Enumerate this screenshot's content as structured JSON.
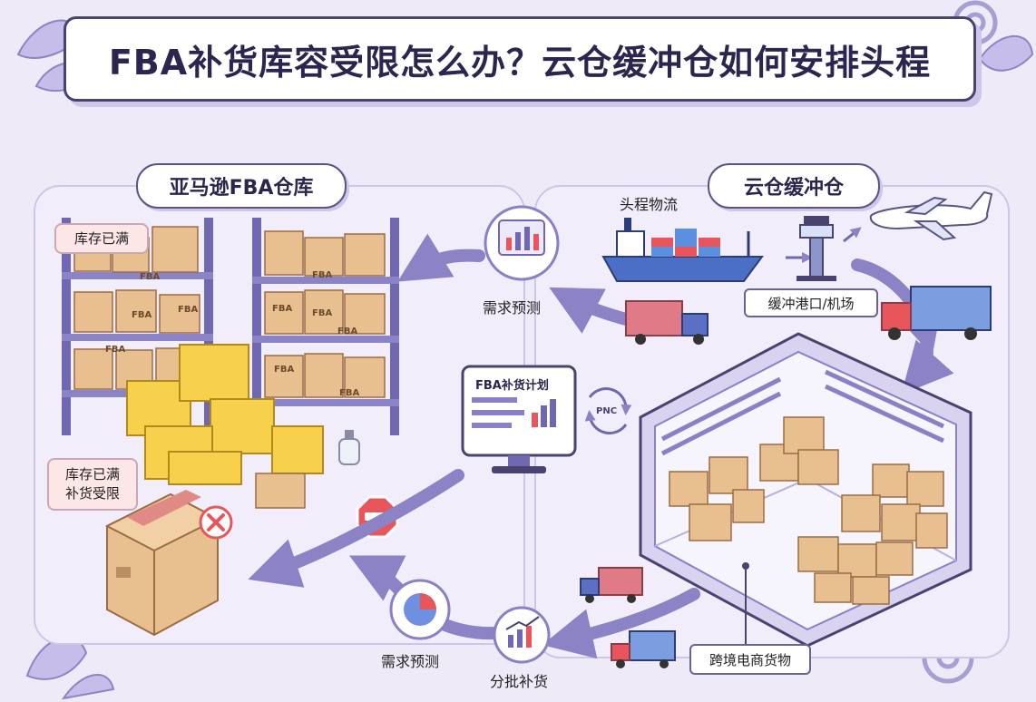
{
  "title": "FBA补货库容受限怎么办？云仓缓冲仓如何安排头程",
  "sections": {
    "left": "亚马逊FBA仓库",
    "right": "云仓缓冲仓"
  },
  "tags": {
    "inventory_full": "库存已满",
    "restock_limited_line1": "库存已满",
    "restock_limited_line2": "补货受限"
  },
  "box_marks": {
    "fba": "FBA"
  },
  "labels": {
    "first_leg": "头程物流",
    "buffer_port": "缓冲港口/机场",
    "demand_forecast_top": "需求预测",
    "plan_screen": "FBA补货计划",
    "sync": "PNC",
    "demand_forecast_bottom": "需求预测",
    "batch_restock": "分批补货",
    "cross_border_goods": "跨境电商货物"
  },
  "colors": {
    "background": "#eeeaf7",
    "accent": "#8a80c8",
    "box": "#e8bf8f",
    "box_yellow": "#f7d04c",
    "alert": "#e8555b"
  }
}
